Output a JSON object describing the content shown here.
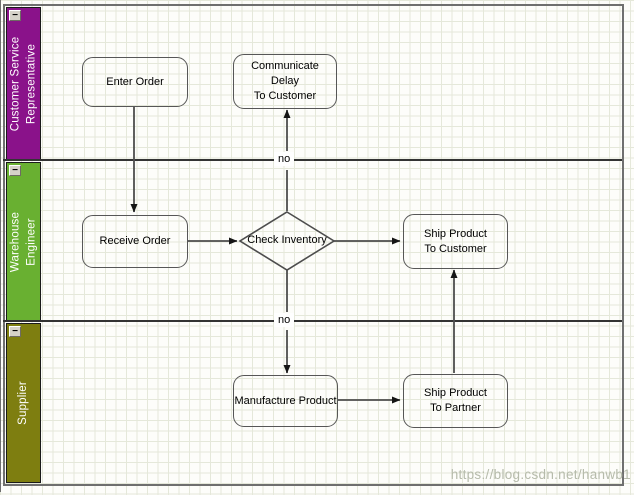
{
  "diagram": {
    "type": "cross-functional-flowchart",
    "watermark": "https://blog.csdn.net/hanwb1"
  },
  "lanes": [
    {
      "label": "Customer Service\nRepresentative",
      "color": "#8a128a",
      "collapse_icon": "−"
    },
    {
      "label": "Warehouse\nEngineer",
      "color": "#69b031",
      "collapse_icon": "−"
    },
    {
      "label": "Supplier",
      "color": "#7e7e10",
      "collapse_icon": "−"
    }
  ],
  "shapes": {
    "enter_order": "Enter Order",
    "communicate_delay": "Communicate\nDelay\nTo Customer",
    "receive_order": "Receive Order",
    "check_inventory": "Check Inventory",
    "ship_to_customer": "Ship Product\nTo Customer",
    "manufacture_product": "Manufacture Product",
    "ship_to_partner": "Ship Product\nTo Partner"
  },
  "connector_labels": {
    "no_up": "no",
    "no_down": "no"
  },
  "colors": {
    "connector": "#4d4d4d",
    "shape_border": "#565656",
    "page_border": "#6f6f6f",
    "grid_line": "#e5e8da"
  }
}
